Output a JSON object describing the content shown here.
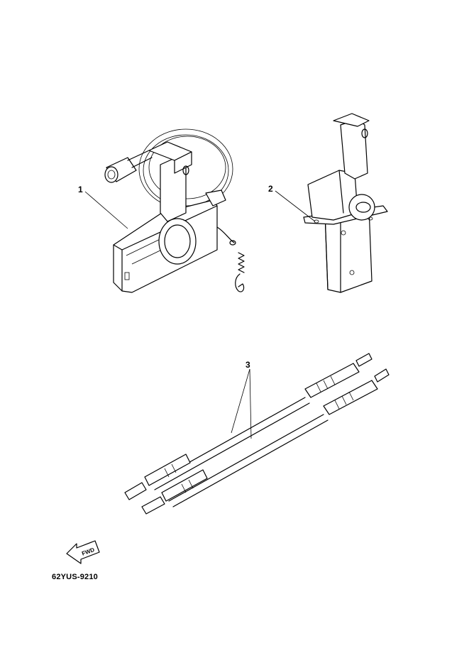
{
  "callouts": {
    "part_1": "1",
    "part_2": "2",
    "part_3": "3"
  },
  "fwd_arrow_label": "FWD",
  "drawing_code": "62YUS-9210"
}
